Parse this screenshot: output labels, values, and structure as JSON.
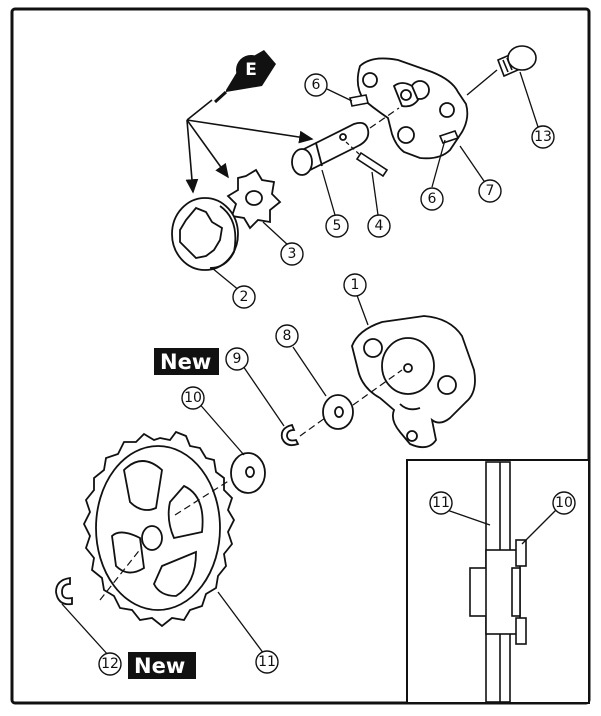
{
  "callouts": {
    "c1": "1",
    "c2": "2",
    "c3": "3",
    "c4": "4",
    "c5": "5",
    "c6a": "6",
    "c6b": "6",
    "c7": "7",
    "c8": "8",
    "c9": "9",
    "c10": "10",
    "c11": "11",
    "c12": "12",
    "c13": "13",
    "inset_c10": "10",
    "inset_c11": "11"
  },
  "badges": {
    "new_top": "New",
    "new_bottom": "New"
  },
  "oil_symbol": "E",
  "colors": {
    "ink": "#111111",
    "background": "#ffffff",
    "badge": "#111111"
  }
}
